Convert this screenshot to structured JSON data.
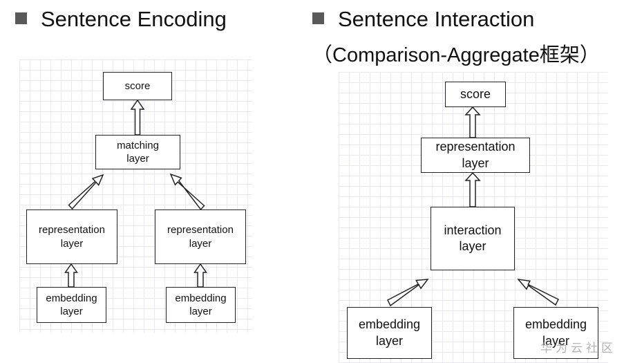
{
  "left_panel": {
    "title": "Sentence Encoding",
    "boxes": {
      "score": "score",
      "matching": "matching\nlayer",
      "repr_left": "representation\nlayer",
      "repr_right": "representation\nlayer",
      "embed_left": "embedding\nlayer",
      "embed_right": "embedding\nlayer"
    }
  },
  "right_panel": {
    "title": "Sentence Interaction",
    "subtitle": "（Comparison-Aggregate框架）",
    "boxes": {
      "score": "score",
      "representation": "representation\nlayer",
      "interaction": "interaction\nlayer",
      "embed_left": "embedding\nlayer",
      "embed_right": "embedding\nlayer"
    }
  },
  "watermark": "华为云社区",
  "colors": {
    "bullet": "#595959",
    "grid_line": "#e9e9f1",
    "border": "#222222"
  }
}
